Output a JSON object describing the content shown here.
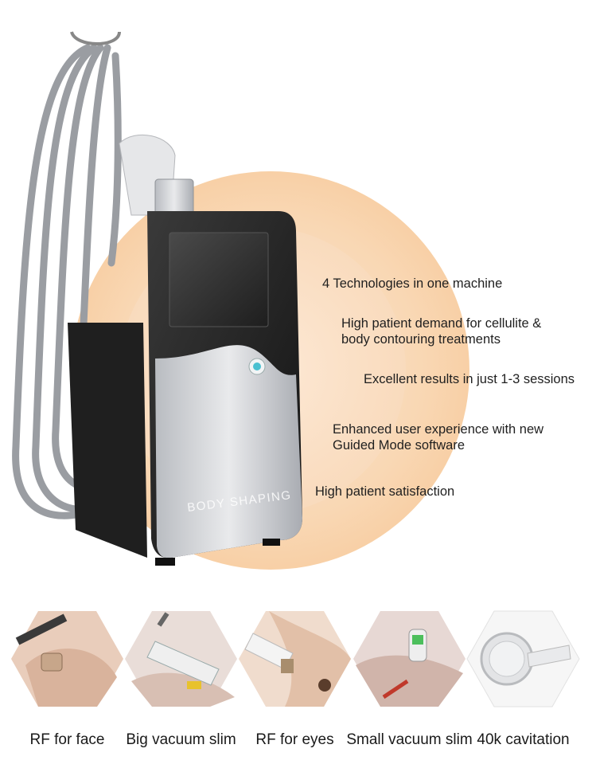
{
  "brand_text": "BODY SHAPING",
  "features": [
    "4 Technologies in one machine",
    "High patient demand for cellulite &\nbody contouring treatments",
    "Excellent results in just 1-3 sessions",
    "Enhanced user experience with new\nGuided Mode software",
    "High patient satisfaction"
  ],
  "treatments": [
    {
      "label": "RF for face",
      "icon": "rf-face-photo"
    },
    {
      "label": "Big vacuum slim",
      "icon": "big-vacuum-photo"
    },
    {
      "label": "RF for eyes",
      "icon": "rf-eyes-photo"
    },
    {
      "label": "Small vacuum slim",
      "icon": "small-vacuum-photo"
    },
    {
      "label": "40k cavitation",
      "icon": "cavitation-handle-photo"
    }
  ],
  "colors": {
    "accent_orange": "#f8cfa5",
    "machine_black": "#1b1b1b",
    "machine_silver": "#c9ccd0"
  }
}
